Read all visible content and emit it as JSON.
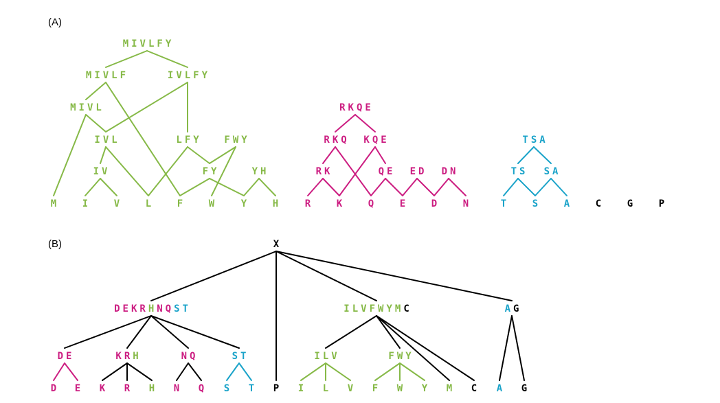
{
  "colors": {
    "green": "#86b947",
    "magenta": "#cc1d81",
    "cyan": "#1aa3c9",
    "black": "#000000"
  },
  "panels": {
    "a_label": "(A)",
    "b_label": "(B)"
  },
  "tree_a": {
    "nodes": [
      {
        "id": "a-MIVLFY",
        "segs": [
          [
            "MIVLFY",
            "green"
          ]
        ]
      },
      {
        "id": "a-MIVLF",
        "segs": [
          [
            "MIVLF",
            "green"
          ]
        ]
      },
      {
        "id": "a-IVLFY",
        "segs": [
          [
            "IVLFY",
            "green"
          ]
        ]
      },
      {
        "id": "a-MIVL",
        "segs": [
          [
            "MIVL",
            "green"
          ]
        ]
      },
      {
        "id": "a-IVL",
        "segs": [
          [
            "IVL",
            "green"
          ]
        ]
      },
      {
        "id": "a-LFY",
        "segs": [
          [
            "LFY",
            "green"
          ]
        ]
      },
      {
        "id": "a-FWY",
        "segs": [
          [
            "FWY",
            "green"
          ]
        ]
      },
      {
        "id": "a-IV",
        "segs": [
          [
            "IV",
            "green"
          ]
        ]
      },
      {
        "id": "a-FY",
        "segs": [
          [
            "FY",
            "green"
          ]
        ]
      },
      {
        "id": "a-YH",
        "segs": [
          [
            "YH",
            "green"
          ]
        ]
      },
      {
        "id": "a-M",
        "segs": [
          [
            "M",
            "green"
          ]
        ]
      },
      {
        "id": "a-I",
        "segs": [
          [
            "I",
            "green"
          ]
        ]
      },
      {
        "id": "a-V",
        "segs": [
          [
            "V",
            "green"
          ]
        ]
      },
      {
        "id": "a-L",
        "segs": [
          [
            "L",
            "green"
          ]
        ]
      },
      {
        "id": "a-F",
        "segs": [
          [
            "F",
            "green"
          ]
        ]
      },
      {
        "id": "a-W",
        "segs": [
          [
            "W",
            "green"
          ]
        ]
      },
      {
        "id": "a-Y",
        "segs": [
          [
            "Y",
            "green"
          ]
        ]
      },
      {
        "id": "a-H",
        "segs": [
          [
            "H",
            "green"
          ]
        ]
      },
      {
        "id": "a-RKQE",
        "segs": [
          [
            "RKQE",
            "magenta"
          ]
        ]
      },
      {
        "id": "a-RKQ",
        "segs": [
          [
            "RKQ",
            "magenta"
          ]
        ]
      },
      {
        "id": "a-KQE",
        "segs": [
          [
            "KQE",
            "magenta"
          ]
        ]
      },
      {
        "id": "a-RK",
        "segs": [
          [
            "RK",
            "magenta"
          ]
        ]
      },
      {
        "id": "a-QE",
        "segs": [
          [
            "QE",
            "magenta"
          ]
        ]
      },
      {
        "id": "a-ED",
        "segs": [
          [
            "ED",
            "magenta"
          ]
        ]
      },
      {
        "id": "a-DN",
        "segs": [
          [
            "DN",
            "magenta"
          ]
        ]
      },
      {
        "id": "a-R",
        "segs": [
          [
            "R",
            "magenta"
          ]
        ]
      },
      {
        "id": "a-K",
        "segs": [
          [
            "K",
            "magenta"
          ]
        ]
      },
      {
        "id": "a-Q",
        "segs": [
          [
            "Q",
            "magenta"
          ]
        ]
      },
      {
        "id": "a-E",
        "segs": [
          [
            "E",
            "magenta"
          ]
        ]
      },
      {
        "id": "a-D",
        "segs": [
          [
            "D",
            "magenta"
          ]
        ]
      },
      {
        "id": "a-N",
        "segs": [
          [
            "N",
            "magenta"
          ]
        ]
      },
      {
        "id": "a-TSA",
        "segs": [
          [
            "TSA",
            "cyan"
          ]
        ]
      },
      {
        "id": "a-TS",
        "segs": [
          [
            "TS",
            "cyan"
          ]
        ]
      },
      {
        "id": "a-SA",
        "segs": [
          [
            "SA",
            "cyan"
          ]
        ]
      },
      {
        "id": "a-T",
        "segs": [
          [
            "T",
            "cyan"
          ]
        ]
      },
      {
        "id": "a-S",
        "segs": [
          [
            "S",
            "cyan"
          ]
        ]
      },
      {
        "id": "a-A",
        "segs": [
          [
            "A",
            "cyan"
          ]
        ]
      },
      {
        "id": "a-C",
        "segs": [
          [
            "C",
            "black"
          ]
        ]
      },
      {
        "id": "a-G",
        "segs": [
          [
            "G",
            "black"
          ]
        ]
      },
      {
        "id": "a-P",
        "segs": [
          [
            "P",
            "black"
          ]
        ]
      }
    ],
    "edges": [
      [
        "a-MIVLFY",
        "a-MIVLF",
        "green"
      ],
      [
        "a-MIVLFY",
        "a-IVLFY",
        "green"
      ],
      [
        "a-MIVLF",
        "a-MIVL",
        "green"
      ],
      [
        "a-MIVLF",
        "a-F",
        "green"
      ],
      [
        "a-IVLFY",
        "a-IVL",
        "green"
      ],
      [
        "a-IVLFY",
        "a-LFY",
        "green"
      ],
      [
        "a-MIVL",
        "a-M",
        "green"
      ],
      [
        "a-MIVL",
        "a-IVL",
        "green"
      ],
      [
        "a-IVL",
        "a-IV",
        "green"
      ],
      [
        "a-IVL",
        "a-L",
        "green"
      ],
      [
        "a-IV",
        "a-I",
        "green"
      ],
      [
        "a-IV",
        "a-V",
        "green"
      ],
      [
        "a-LFY",
        "a-L",
        "green"
      ],
      [
        "a-LFY",
        "a-FY",
        "green"
      ],
      [
        "a-FWY",
        "a-W",
        "green"
      ],
      [
        "a-FWY",
        "a-FY",
        "green"
      ],
      [
        "a-FY",
        "a-F",
        "green"
      ],
      [
        "a-FY",
        "a-Y",
        "green"
      ],
      [
        "a-YH",
        "a-Y",
        "green"
      ],
      [
        "a-YH",
        "a-H",
        "green"
      ],
      [
        "a-RKQE",
        "a-RKQ",
        "magenta"
      ],
      [
        "a-RKQE",
        "a-KQE",
        "magenta"
      ],
      [
        "a-RKQ",
        "a-RK",
        "magenta"
      ],
      [
        "a-RKQ",
        "a-Q",
        "magenta"
      ],
      [
        "a-KQE",
        "a-K",
        "magenta"
      ],
      [
        "a-KQE",
        "a-QE",
        "magenta"
      ],
      [
        "a-RK",
        "a-R",
        "magenta"
      ],
      [
        "a-RK",
        "a-K",
        "magenta"
      ],
      [
        "a-QE",
        "a-Q",
        "magenta"
      ],
      [
        "a-QE",
        "a-E",
        "magenta"
      ],
      [
        "a-ED",
        "a-E",
        "magenta"
      ],
      [
        "a-ED",
        "a-D",
        "magenta"
      ],
      [
        "a-DN",
        "a-D",
        "magenta"
      ],
      [
        "a-DN",
        "a-N",
        "magenta"
      ],
      [
        "a-TSA",
        "a-TS",
        "cyan"
      ],
      [
        "a-TSA",
        "a-SA",
        "cyan"
      ],
      [
        "a-TS",
        "a-T",
        "cyan"
      ],
      [
        "a-TS",
        "a-S",
        "cyan"
      ],
      [
        "a-SA",
        "a-S",
        "cyan"
      ],
      [
        "a-SA",
        "a-A",
        "cyan"
      ]
    ]
  },
  "tree_b": {
    "nodes": [
      {
        "id": "b-X",
        "segs": [
          [
            "X",
            "black"
          ]
        ]
      },
      {
        "id": "b-DEKRHNQST",
        "segs": [
          [
            "DEKR",
            "magenta"
          ],
          [
            "H",
            "green"
          ],
          [
            "NQ",
            "magenta"
          ],
          [
            "ST",
            "cyan"
          ]
        ]
      },
      {
        "id": "b-ILVFWYMC",
        "segs": [
          [
            "ILVFWYM",
            "green"
          ],
          [
            "C",
            "black"
          ]
        ]
      },
      {
        "id": "b-AG",
        "segs": [
          [
            "A",
            "cyan"
          ],
          [
            "G",
            "black"
          ]
        ]
      },
      {
        "id": "b-DE",
        "segs": [
          [
            "DE",
            "magenta"
          ]
        ]
      },
      {
        "id": "b-KRH",
        "segs": [
          [
            "KR",
            "magenta"
          ],
          [
            "H",
            "green"
          ]
        ]
      },
      {
        "id": "b-NQ",
        "segs": [
          [
            "NQ",
            "magenta"
          ]
        ]
      },
      {
        "id": "b-ST",
        "segs": [
          [
            "ST",
            "cyan"
          ]
        ]
      },
      {
        "id": "b-ILV",
        "segs": [
          [
            "ILV",
            "green"
          ]
        ]
      },
      {
        "id": "b-FWY",
        "segs": [
          [
            "FWY",
            "green"
          ]
        ]
      },
      {
        "id": "b-D",
        "segs": [
          [
            "D",
            "magenta"
          ]
        ]
      },
      {
        "id": "b-E",
        "segs": [
          [
            "E",
            "magenta"
          ]
        ]
      },
      {
        "id": "b-K",
        "segs": [
          [
            "K",
            "magenta"
          ]
        ]
      },
      {
        "id": "b-R",
        "segs": [
          [
            "R",
            "magenta"
          ]
        ]
      },
      {
        "id": "b-H",
        "segs": [
          [
            "H",
            "green"
          ]
        ]
      },
      {
        "id": "b-N",
        "segs": [
          [
            "N",
            "magenta"
          ]
        ]
      },
      {
        "id": "b-Q",
        "segs": [
          [
            "Q",
            "magenta"
          ]
        ]
      },
      {
        "id": "b-S",
        "segs": [
          [
            "S",
            "cyan"
          ]
        ]
      },
      {
        "id": "b-T",
        "segs": [
          [
            "T",
            "cyan"
          ]
        ]
      },
      {
        "id": "b-P",
        "segs": [
          [
            "P",
            "black"
          ]
        ]
      },
      {
        "id": "b-I",
        "segs": [
          [
            "I",
            "green"
          ]
        ]
      },
      {
        "id": "b-L",
        "segs": [
          [
            "L",
            "green"
          ]
        ]
      },
      {
        "id": "b-V",
        "segs": [
          [
            "V",
            "green"
          ]
        ]
      },
      {
        "id": "b-F",
        "segs": [
          [
            "F",
            "green"
          ]
        ]
      },
      {
        "id": "b-W",
        "segs": [
          [
            "W",
            "green"
          ]
        ]
      },
      {
        "id": "b-Y",
        "segs": [
          [
            "Y",
            "green"
          ]
        ]
      },
      {
        "id": "b-M",
        "segs": [
          [
            "M",
            "green"
          ]
        ]
      },
      {
        "id": "b-C",
        "segs": [
          [
            "C",
            "black"
          ]
        ]
      },
      {
        "id": "b-A",
        "segs": [
          [
            "A",
            "cyan"
          ]
        ]
      },
      {
        "id": "b-G",
        "segs": [
          [
            "G",
            "black"
          ]
        ]
      }
    ],
    "edges": [
      [
        "b-X",
        "b-DEKRHNQST",
        "black"
      ],
      [
        "b-X",
        "b-P",
        "black"
      ],
      [
        "b-X",
        "b-ILVFWYMC",
        "black"
      ],
      [
        "b-X",
        "b-AG",
        "black"
      ],
      [
        "b-DEKRHNQST",
        "b-DE",
        "black"
      ],
      [
        "b-DEKRHNQST",
        "b-KRH",
        "black"
      ],
      [
        "b-DEKRHNQST",
        "b-NQ",
        "black"
      ],
      [
        "b-DEKRHNQST",
        "b-ST",
        "black"
      ],
      [
        "b-DE",
        "b-D",
        "magenta"
      ],
      [
        "b-DE",
        "b-E",
        "magenta"
      ],
      [
        "b-KRH",
        "b-K",
        "black"
      ],
      [
        "b-KRH",
        "b-R",
        "black"
      ],
      [
        "b-KRH",
        "b-H",
        "black"
      ],
      [
        "b-NQ",
        "b-N",
        "black"
      ],
      [
        "b-NQ",
        "b-Q",
        "black"
      ],
      [
        "b-ST",
        "b-S",
        "cyan"
      ],
      [
        "b-ST",
        "b-T",
        "cyan"
      ],
      [
        "b-ILVFWYMC",
        "b-ILV",
        "black"
      ],
      [
        "b-ILVFWYMC",
        "b-FWY",
        "black"
      ],
      [
        "b-ILVFWYMC",
        "b-M",
        "black"
      ],
      [
        "b-ILVFWYMC",
        "b-C",
        "black"
      ],
      [
        "b-ILV",
        "b-I",
        "green"
      ],
      [
        "b-ILV",
        "b-L",
        "green"
      ],
      [
        "b-ILV",
        "b-V",
        "green"
      ],
      [
        "b-FWY",
        "b-F",
        "green"
      ],
      [
        "b-FWY",
        "b-W",
        "green"
      ],
      [
        "b-FWY",
        "b-Y",
        "green"
      ],
      [
        "b-AG",
        "b-A",
        "black"
      ],
      [
        "b-AG",
        "b-G",
        "black"
      ]
    ]
  }
}
